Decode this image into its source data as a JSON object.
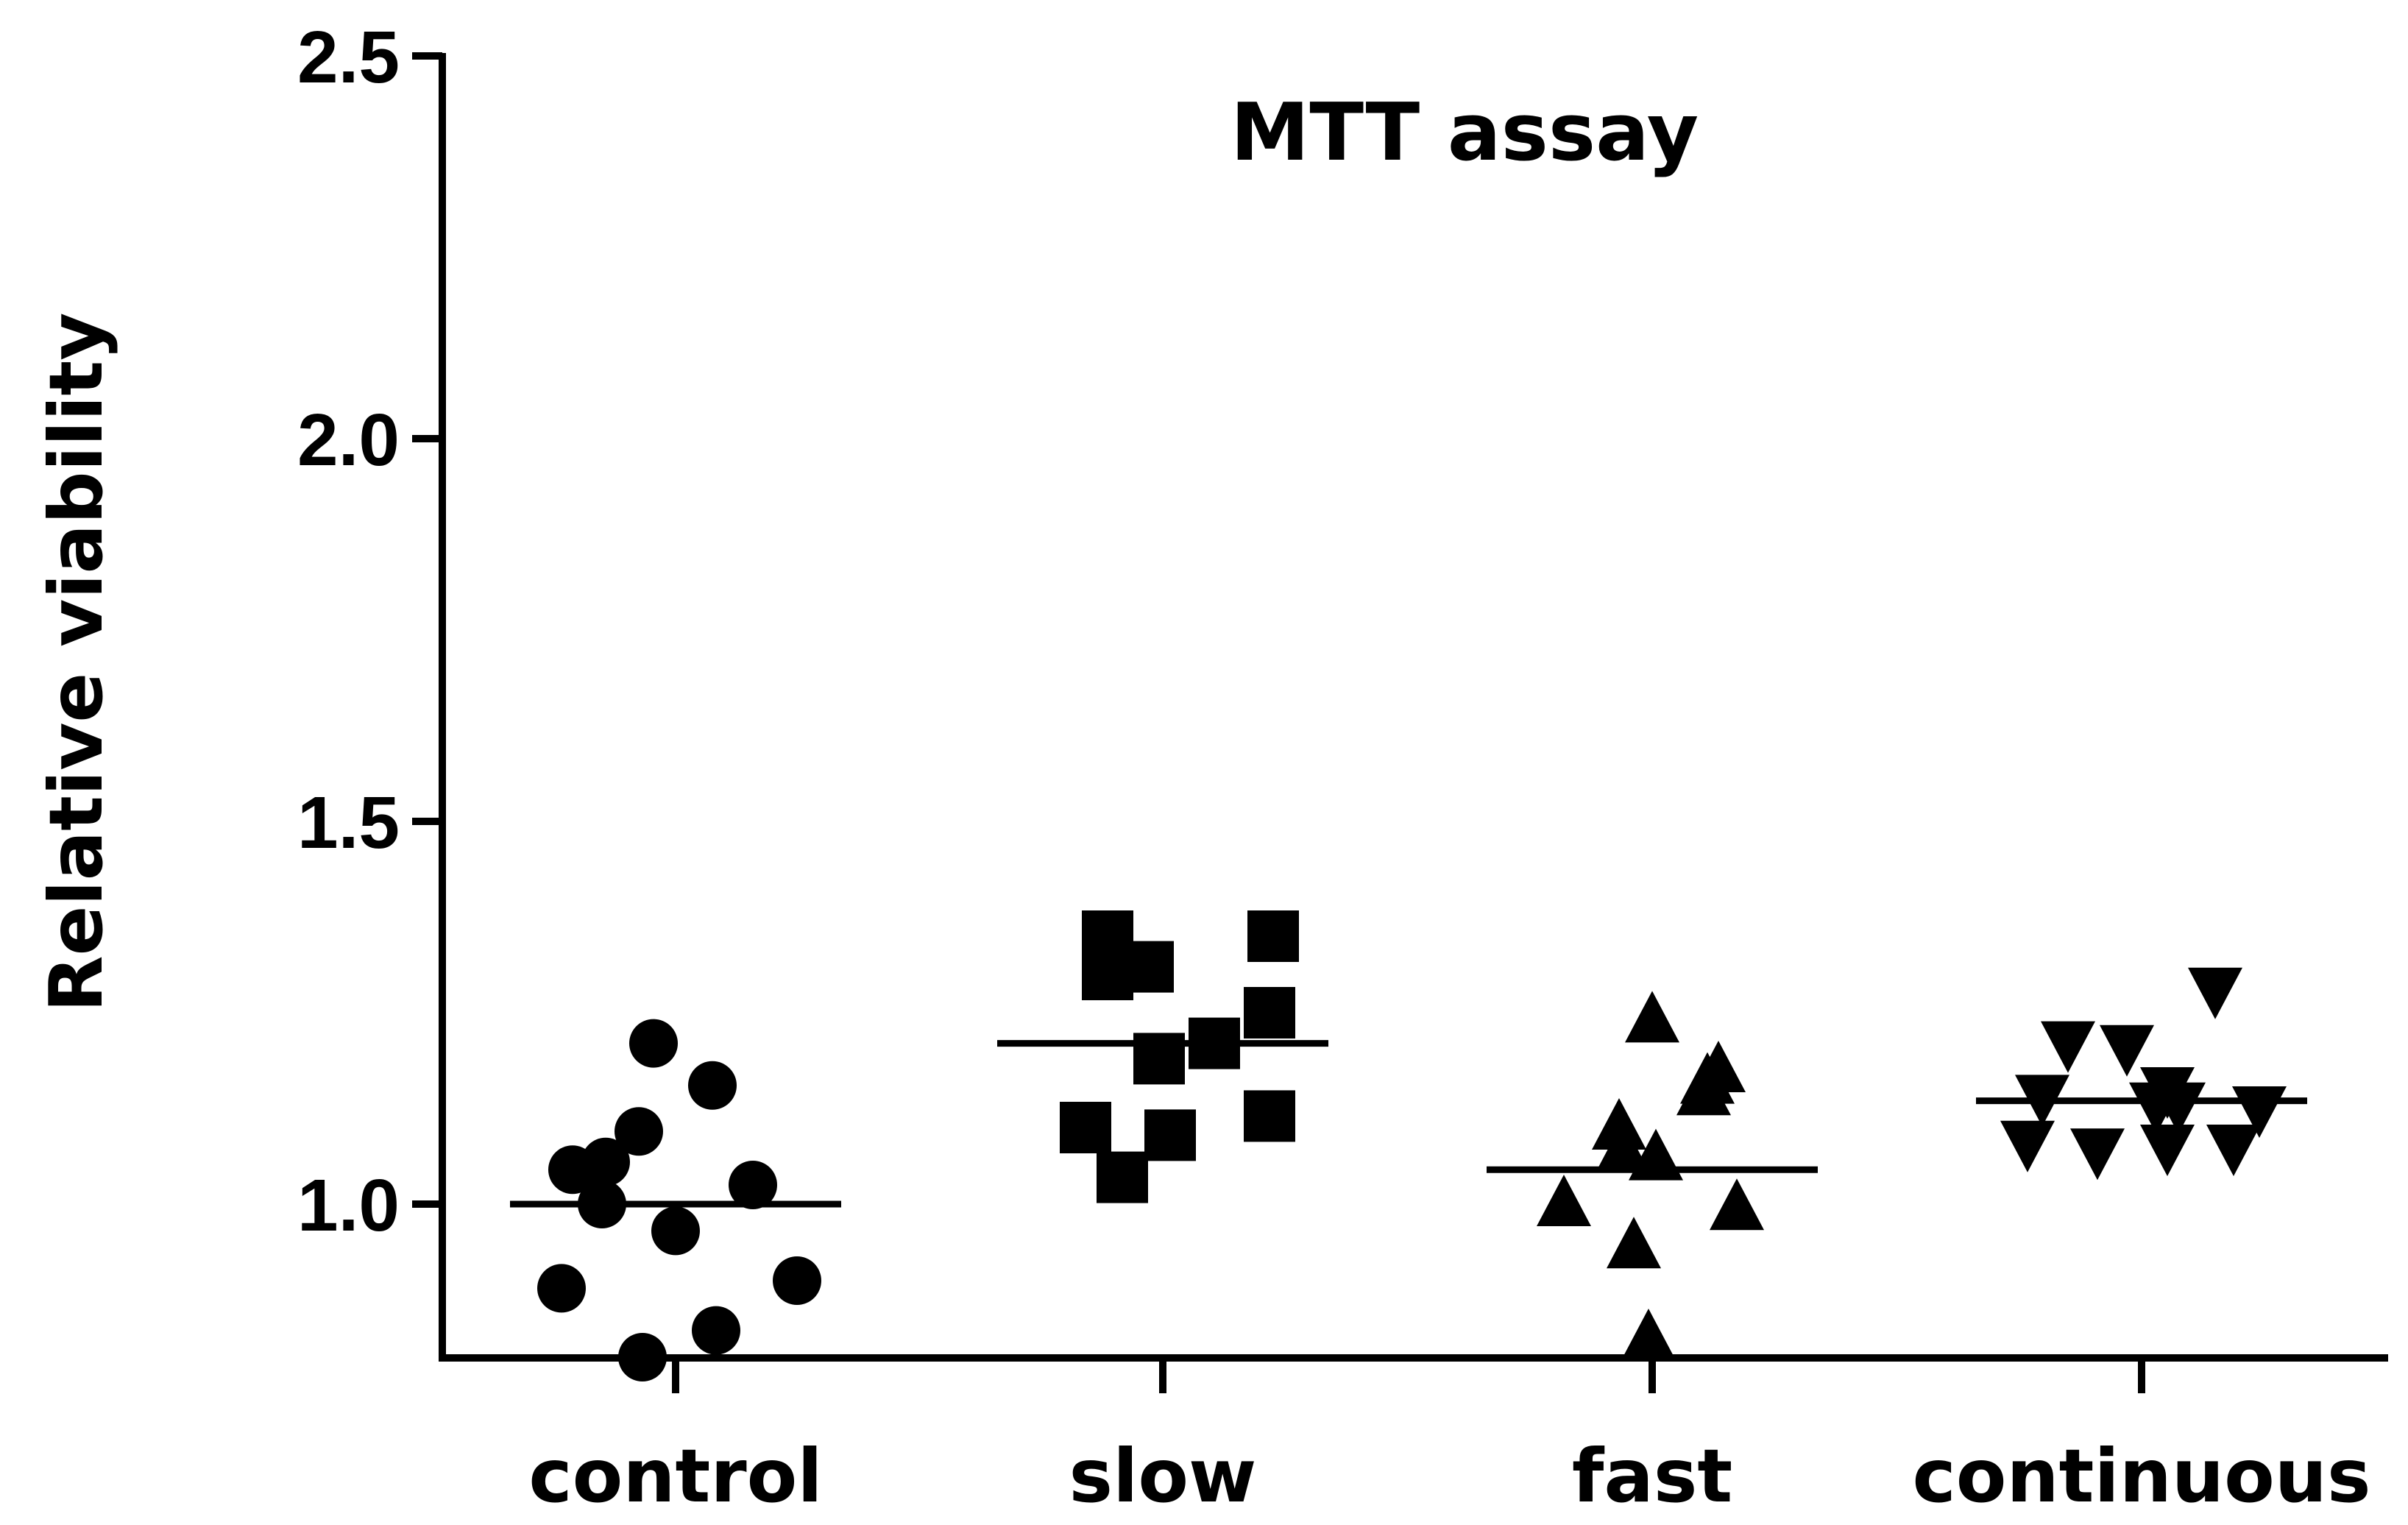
{
  "chart_data": {
    "type": "scatter",
    "title": "MTT assay",
    "xlabel": "",
    "ylabel": "Relative viability",
    "ylim": [
      0.8,
      2.5
    ],
    "yticks": [
      "1.0",
      "1.5",
      "2.0",
      "2.5"
    ],
    "categories": [
      "control",
      "slow",
      "fast",
      "continuous"
    ],
    "grid": false,
    "legend": "none",
    "series": [
      {
        "category": "control",
        "marker": "circle",
        "mean": 1.0,
        "values": [
          1.21,
          1.155,
          1.095,
          1.055,
          1.045,
          1.025,
          1.0,
          0.965,
          0.89,
          0.9,
          0.835,
          0.8
        ]
      },
      {
        "category": "slow",
        "marker": "square",
        "mean": 1.21,
        "values": [
          1.35,
          1.33,
          1.3,
          1.31,
          1.35,
          1.25,
          1.21,
          1.19,
          1.1,
          1.115,
          1.09,
          1.035
        ]
      },
      {
        "category": "fast",
        "marker": "triangle-up",
        "mean": 1.045,
        "values": [
          1.24,
          1.175,
          1.16,
          1.145,
          1.1,
          1.07,
          1.06,
          1.0,
          0.995,
          0.945,
          0.825
        ]
      },
      {
        "category": "continuous",
        "marker": "triangle-down",
        "mean": 1.135,
        "values": [
          1.28,
          1.21,
          1.205,
          1.15,
          1.14,
          1.13,
          1.13,
          1.125,
          1.08,
          1.075,
          1.075,
          1.07
        ]
      }
    ]
  }
}
